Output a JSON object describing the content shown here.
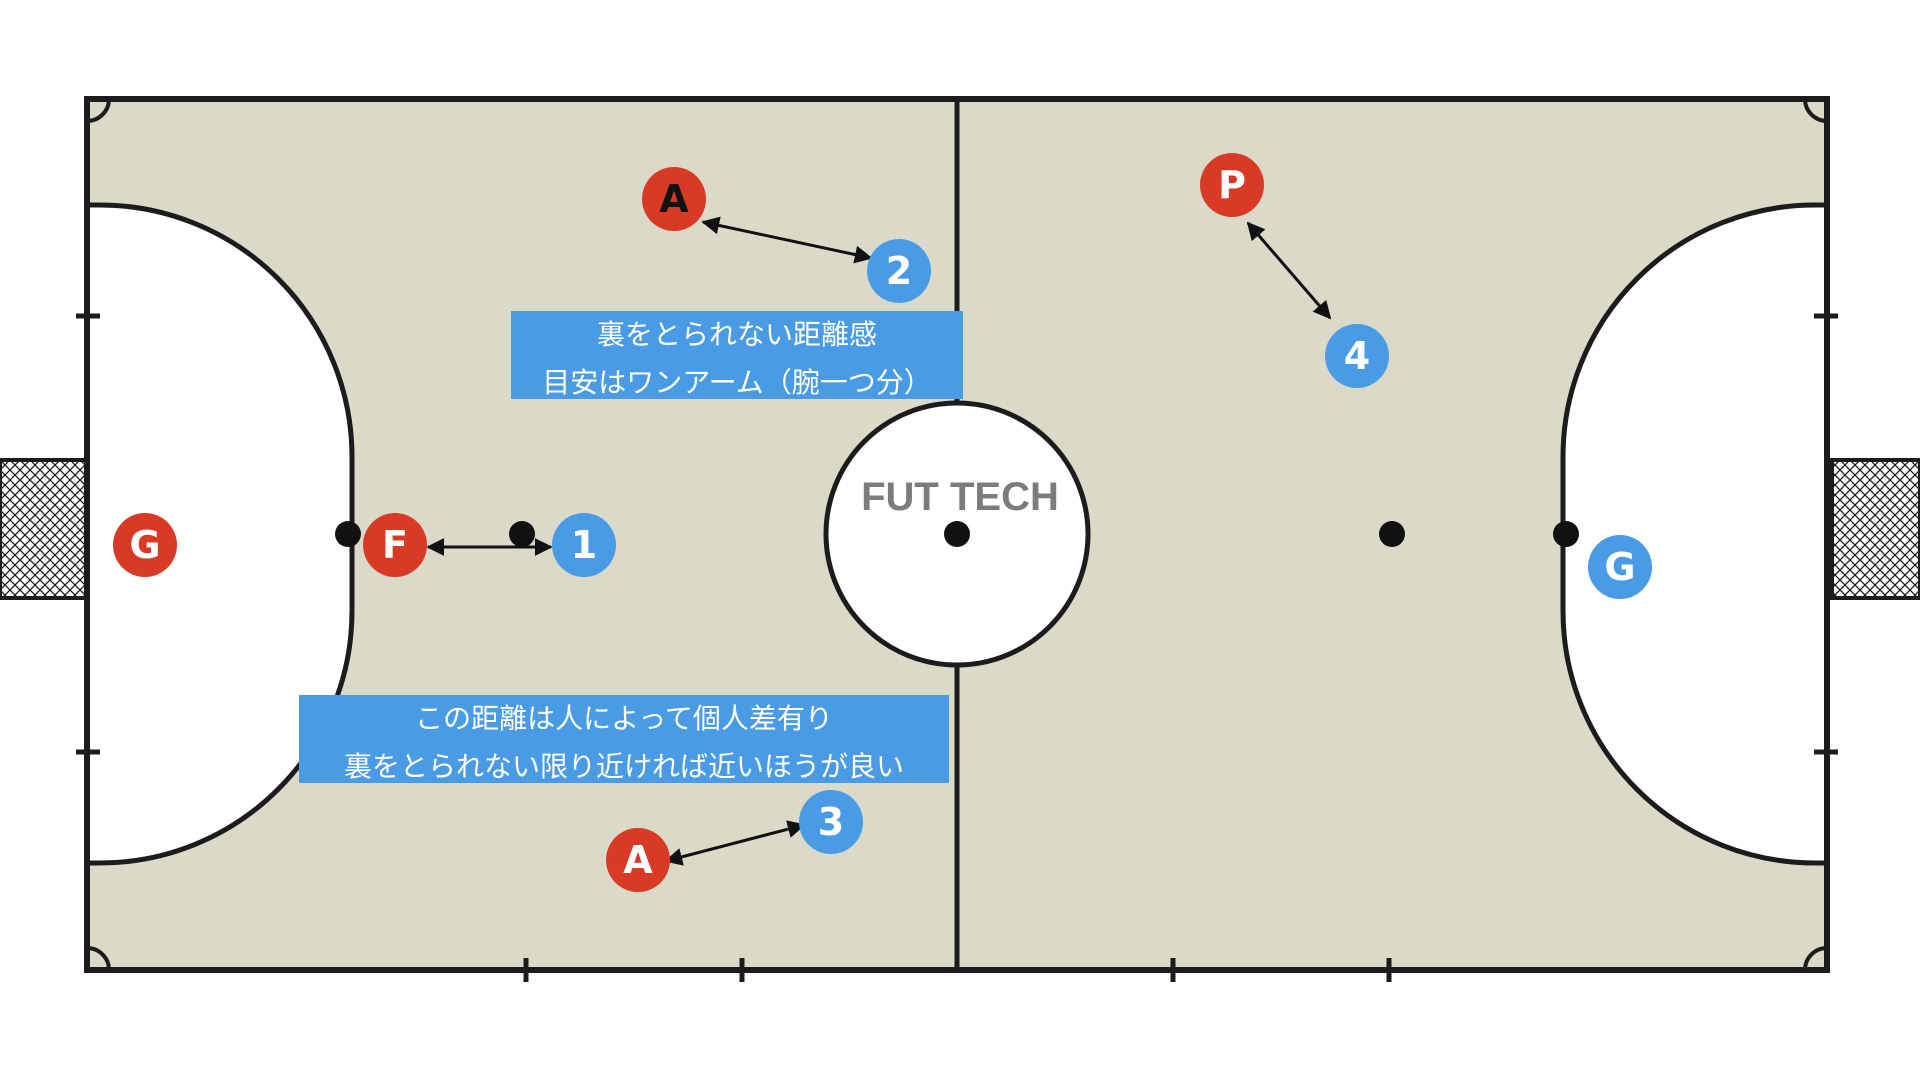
{
  "brand": {
    "watermark": "FUT TECH"
  },
  "colors": {
    "court": "#dbd9c8",
    "line": "#1c1c1c",
    "opponent": "#d93a26",
    "teammate": "#4a9be6",
    "note_bg": "#4a9be6",
    "note_text": "#ffffff"
  },
  "players": [
    {
      "label": "A",
      "team": "opponent"
    },
    {
      "label": "2",
      "team": "teammate"
    },
    {
      "label": "P",
      "team": "opponent"
    },
    {
      "label": "4",
      "team": "teammate"
    },
    {
      "label": "G",
      "team": "opponent"
    },
    {
      "label": "F",
      "team": "opponent"
    },
    {
      "label": "1",
      "team": "teammate"
    },
    {
      "label": "G",
      "team": "teammate"
    },
    {
      "label": "3",
      "team": "teammate"
    },
    {
      "label": "A",
      "team": "opponent"
    }
  ],
  "notes": {
    "top": {
      "line1": "裏をとられない距離感",
      "line2": "目安はワンアーム（腕一つ分）"
    },
    "bottom": {
      "line1": "この距離は人によって個人差有り",
      "line2": "裏をとられない限り近ければ近いほうが良い"
    }
  }
}
